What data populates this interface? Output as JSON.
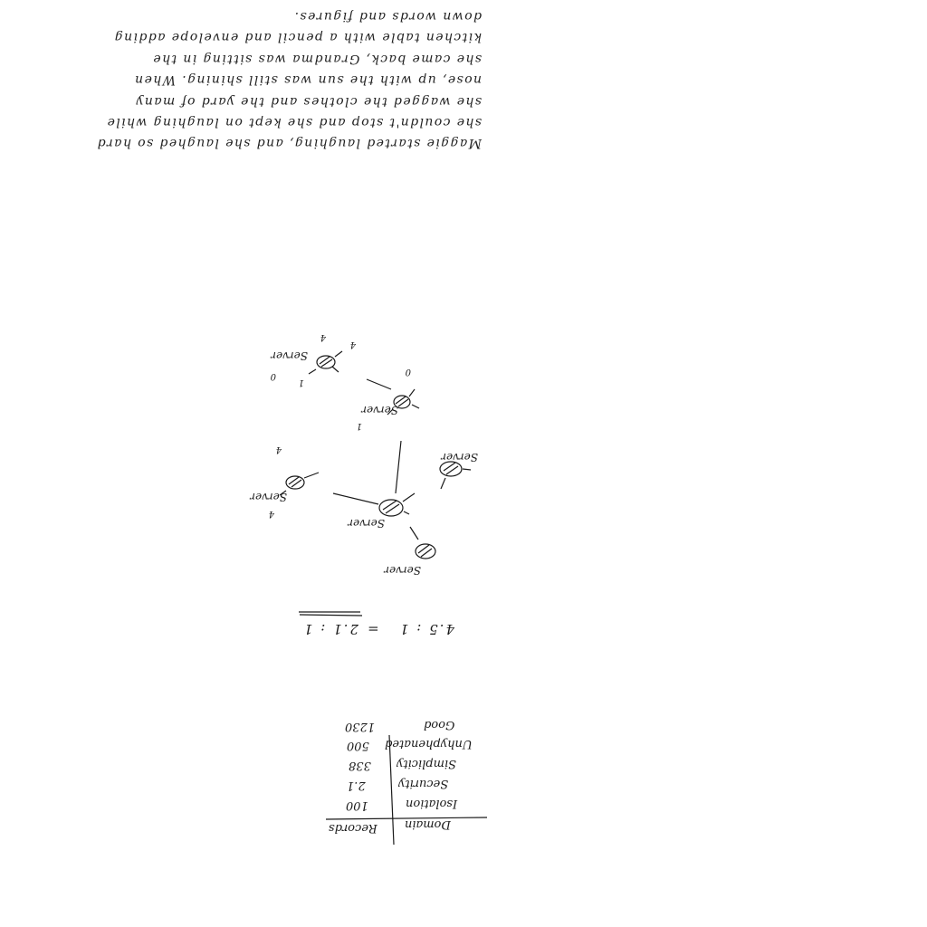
{
  "paragraph": {
    "lines": [
      "Maggie started laughing, and she laughed so hard",
      "she couldn't stop and she kept on laughing while",
      "she wagged the clothes and the yard of many",
      "nose, up with the sun was still shining. When",
      "she came back, Grandma was sitting in the",
      "kitchen table with a pencil and envelope adding",
      "down words and figures."
    ]
  },
  "diagram": {
    "node_label": "Server",
    "marks": [
      "4",
      "4",
      "1",
      "0",
      "0",
      "1",
      "4",
      "4"
    ]
  },
  "formula": {
    "left": "2.1 : 1",
    "op": "=",
    "right": "4.5 : 1"
  },
  "table": {
    "headers": {
      "left": "Domain",
      "right": "Records"
    },
    "rows": [
      {
        "domain": "Isolation",
        "value": "100"
      },
      {
        "domain": "Security",
        "value": "2.1"
      },
      {
        "domain": "Simplicity",
        "value": "338"
      },
      {
        "domain": "Unhyphenated",
        "value": "500"
      },
      {
        "domain": "Good",
        "value": "1230"
      }
    ]
  }
}
